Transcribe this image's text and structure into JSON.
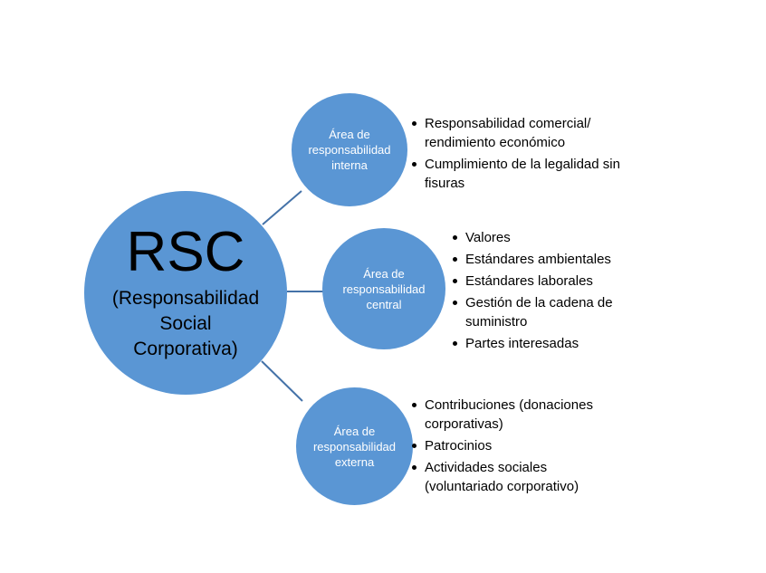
{
  "colors": {
    "circle-fill": "#5a96d4",
    "connector": "#4472a8",
    "circle-text": "#ffffff",
    "text": "#000000",
    "bg": "#ffffff"
  },
  "center": {
    "title": "RSC",
    "subtitle_lines": [
      "(Responsabilidad",
      "Social",
      "Corporativa)"
    ]
  },
  "branches": [
    {
      "label": "Área de responsabilidad interna",
      "bullets": [
        "Responsabilidad comercial/ rendimiento económico",
        "Cumplimiento de la legalidad sin fisuras"
      ]
    },
    {
      "label": "Área de responsabilidad central",
      "bullets": [
        "Valores",
        "Estándares ambientales",
        "Estándares laborales",
        "Gestión de la cadena de suministro",
        "Partes interesadas"
      ]
    },
    {
      "label": "Área de responsabilidad externa",
      "bullets": [
        "Contribuciones (donaciones corporativas)",
        "Patrocinios",
        "Actividades sociales (voluntariado corporativo)"
      ]
    }
  ]
}
